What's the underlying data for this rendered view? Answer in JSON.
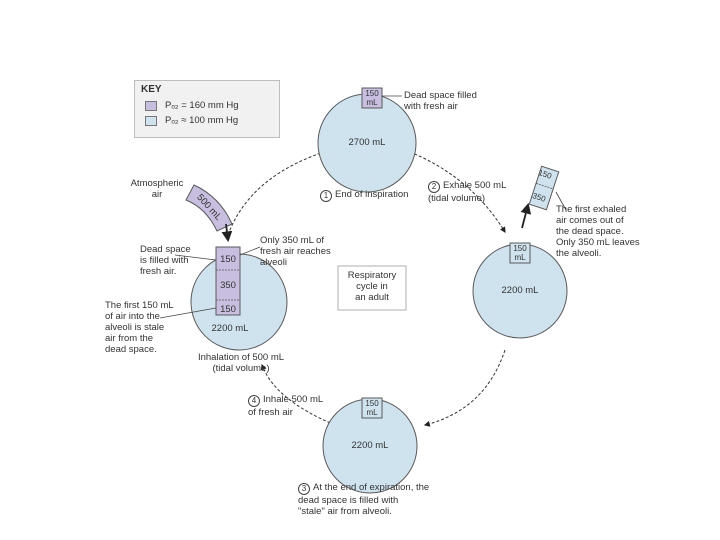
{
  "key": {
    "title": "KEY",
    "items": [
      {
        "label": "Pₒ₂ = 160 mm Hg",
        "color": "#c8bfe0"
      },
      {
        "label": "Pₒ₂ ≈ 100 mm Hg",
        "color": "#cfe3ef"
      }
    ]
  },
  "center_label": "Respiratory\ncycle in\nan adult",
  "colors": {
    "fresh": "#c8bfe0",
    "stale": "#cfe3ef",
    "outline": "#5a5a5a"
  },
  "top": {
    "dead_space": "150\nmL",
    "callout": "Dead space filled\nwith fresh air",
    "volume": "2700 mL",
    "step_num": "1",
    "step": "End of inspiration"
  },
  "right": {
    "dead_space": "150\nmL",
    "volume": "2200 mL",
    "step_num": "2",
    "step": "Exhale 500 mL\n(tidal volume)",
    "tube_top": "150",
    "tube_bottom": "350",
    "note": "The first exhaled\nair comes out of\nthe dead space.\nOnly 350 mL leaves\nthe alveoli."
  },
  "bottom": {
    "dead_space": "150\nmL",
    "volume": "2200 mL",
    "step_num": "3",
    "step": "At the end of expiration, the\ndead space is filled with\n\"stale\" air from alveoli."
  },
  "left": {
    "atm": "Atmospheric\nair",
    "tube": "500 mL",
    "dead_top": "150",
    "dead_mid": "350",
    "dead_bottom": "150",
    "volume": "2200 mL",
    "callout_dead": "Dead space\nis filled with\nfresh air.",
    "callout_only": "Only 350 mL of\nfresh air reaches\nalveoli",
    "callout_first": "The first 150 mL\nof air into the\nalveoli is stale\nair from the\ndead space.",
    "step": "Inhalation of 500 mL\n(tidal volume)",
    "step4_num": "4",
    "step4": "Inhale 500 mL\nof fresh air"
  }
}
